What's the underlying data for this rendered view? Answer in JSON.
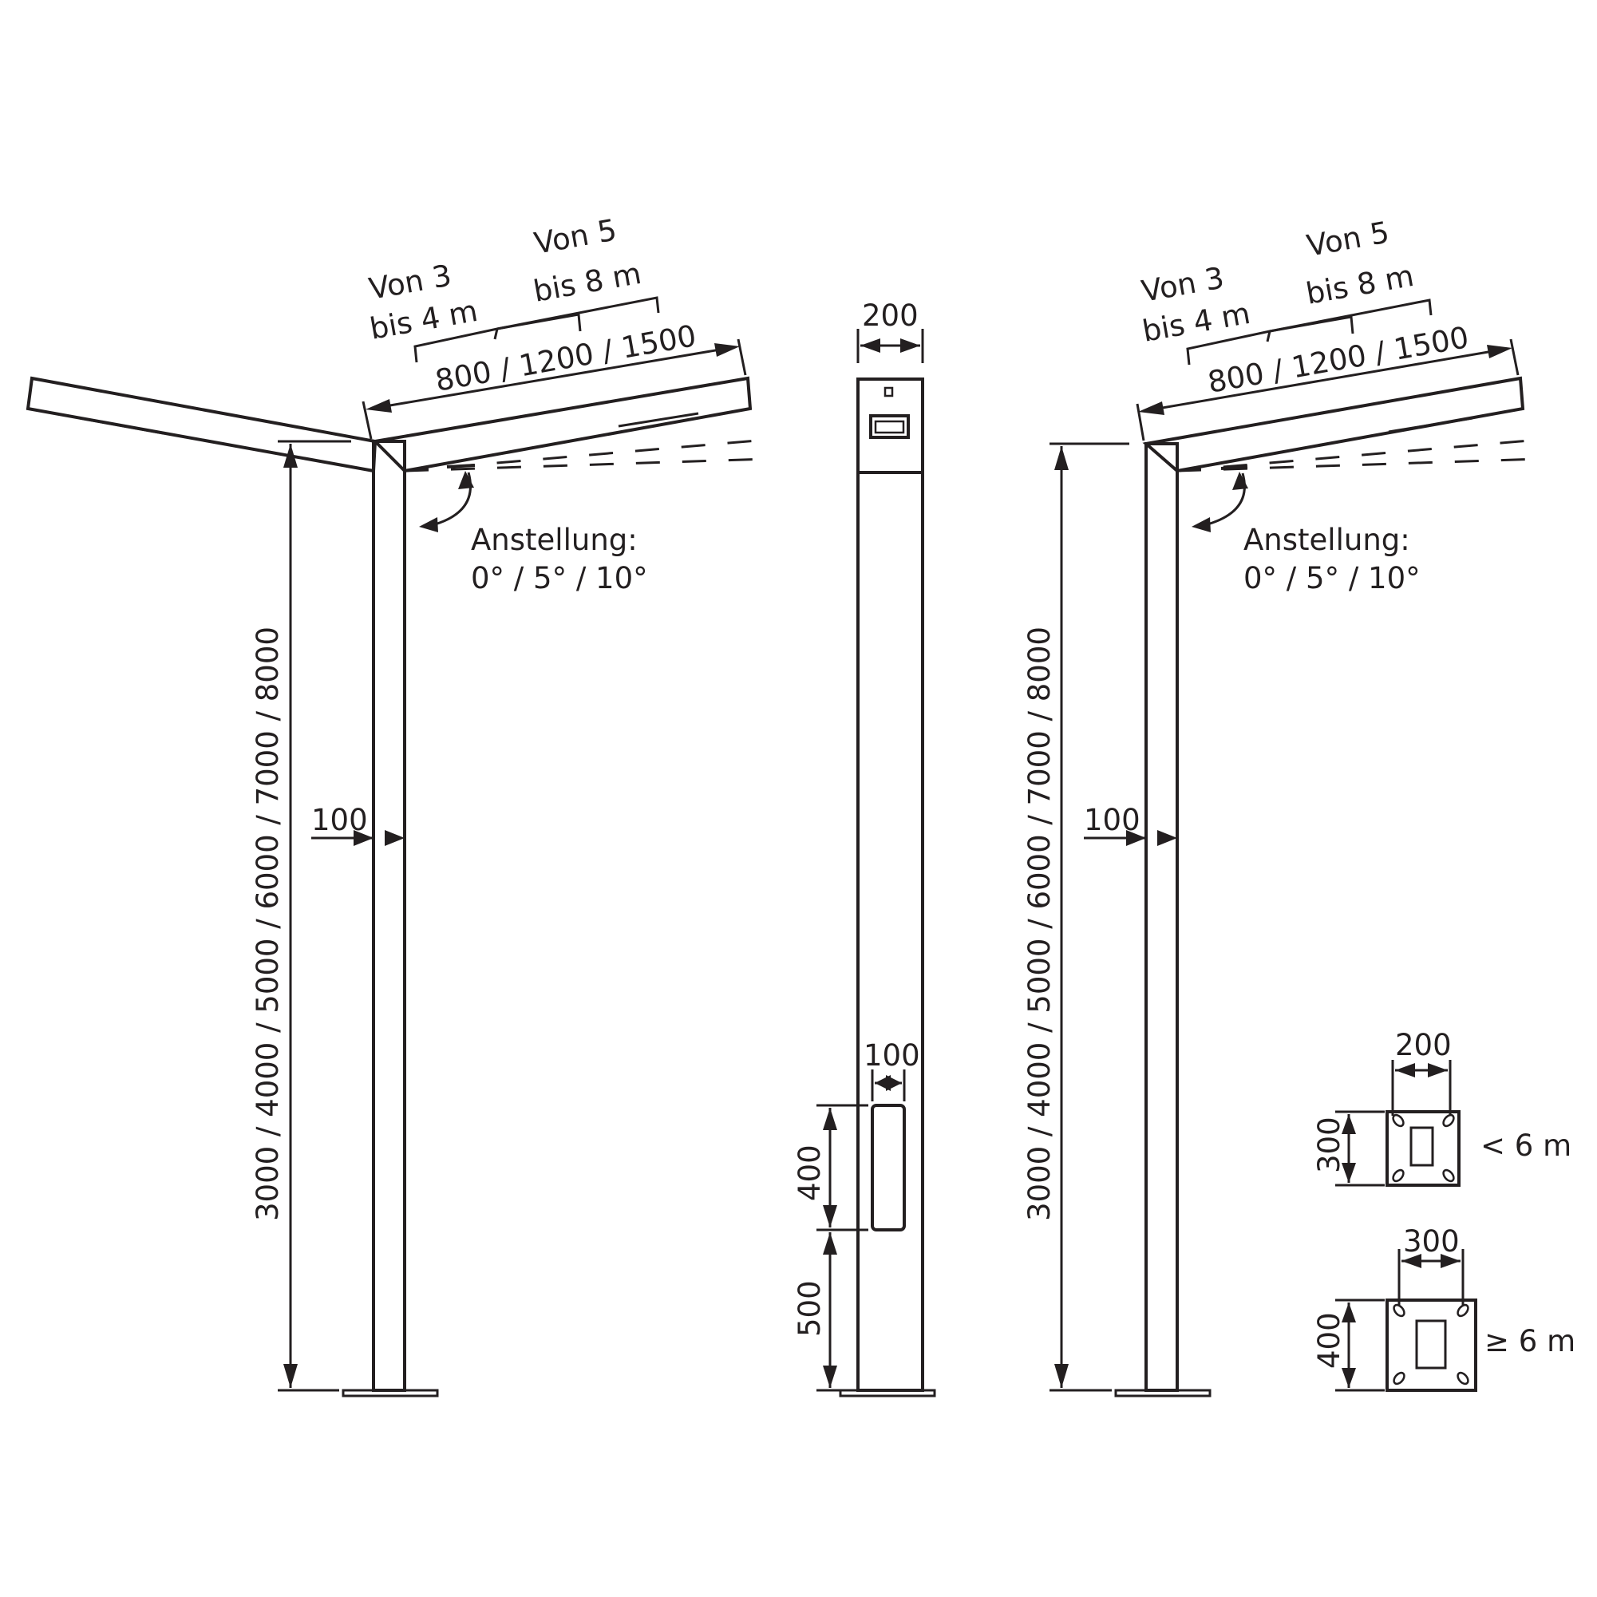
{
  "left_view": {
    "span_small_1": "Von 3",
    "span_small_2": "bis 4 m",
    "span_large_1": "Von 5",
    "span_large_2": "bis 8 m",
    "arm_length": "800 / 1200 / 1500",
    "tilt_label": "Anstellung:",
    "tilt_values": "0° / 5° / 10°",
    "height": "3000 / 4000 / 5000 / 6000 / 7000 / 8000",
    "pole_width": "100"
  },
  "side_view": {
    "pole_width": "200",
    "door_width": "100",
    "door_height": "400",
    "door_offset": "500"
  },
  "right_view": {
    "span_small_1": "Von 3",
    "span_small_2": "bis 4 m",
    "span_large_1": "Von 5",
    "span_large_2": "bis 8 m",
    "arm_length": "800 / 1200 / 1500",
    "tilt_label": "Anstellung:",
    "tilt_values": "0° / 5° / 10°",
    "height": "3000 / 4000 / 5000 / 6000 / 7000 / 8000",
    "pole_width": "100"
  },
  "base_plates": [
    {
      "width": "200",
      "depth": "300",
      "condition": "< 6 m"
    },
    {
      "width": "300",
      "depth": "400",
      "condition": "≥ 6 m"
    }
  ]
}
